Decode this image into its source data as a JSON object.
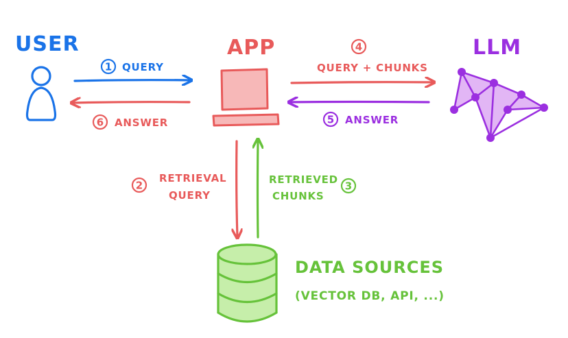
{
  "nodes": {
    "user": "USER",
    "app": "APP",
    "llm": "LLM",
    "data_sources": "DATA SOURCES",
    "data_sources_detail": "(VECTOR DB, API, ...)"
  },
  "steps": [
    {
      "number": "1",
      "label": "QUERY"
    },
    {
      "number": "2",
      "label_line1": "RETRIEVAL",
      "label_line2": "QUERY"
    },
    {
      "number": "3",
      "label_line1": "RETRIEVED",
      "label_line2": "CHUNKS"
    },
    {
      "number": "4",
      "label": "QUERY + CHUNKS"
    },
    {
      "number": "5",
      "label": "ANSWER"
    },
    {
      "number": "6",
      "label": "ANSWER"
    }
  ],
  "colors": {
    "user": "#1a73e8",
    "app": "#e85a5a",
    "app_fill": "#f7b8b8",
    "llm": "#9b2fe0",
    "llm_fill": "#e2b6f5",
    "data": "#66c23a",
    "data_fill": "#c6eeaa"
  },
  "icons": {
    "user": "person-icon",
    "app": "laptop-icon",
    "llm": "network-graph-icon",
    "data_sources": "database-icon"
  }
}
